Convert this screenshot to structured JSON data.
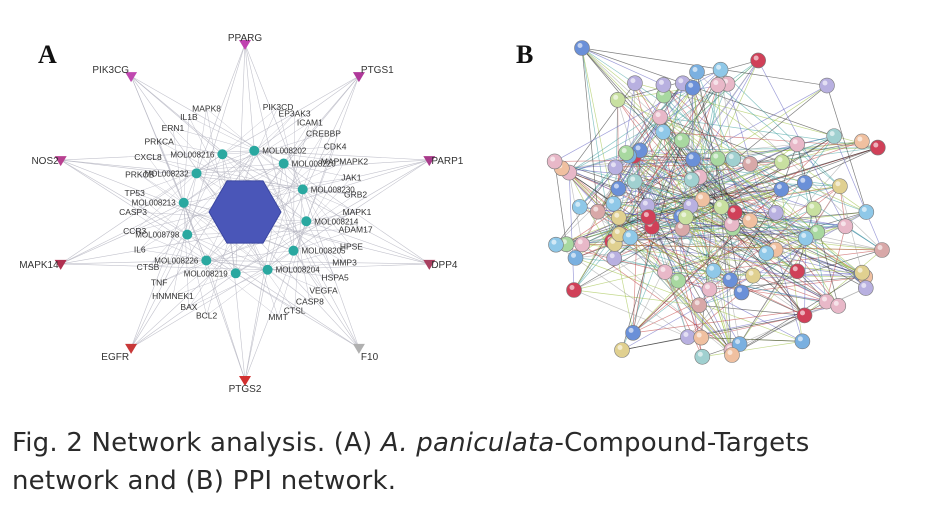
{
  "panels": {
    "a_label": "A",
    "b_label": "B"
  },
  "network_a": {
    "outer_targets": [
      {
        "label": "PPARG",
        "color": "#c040b0",
        "shape": "triangle"
      },
      {
        "label": "PTGS1",
        "color": "#b0389a",
        "shape": "triangle"
      },
      {
        "label": "PARP1",
        "color": "#a83a8a",
        "shape": "triangle"
      },
      {
        "label": "DPP4",
        "color": "#a84060",
        "shape": "triangle"
      },
      {
        "label": "F10",
        "color": "#b0b0b0",
        "shape": "triangle"
      },
      {
        "label": "PTGS2",
        "color": "#d23030",
        "shape": "triangle"
      },
      {
        "label": "EGFR",
        "color": "#c83838",
        "shape": "triangle"
      },
      {
        "label": "MAPK14",
        "color": "#b03050",
        "shape": "triangle"
      },
      {
        "label": "NOS2",
        "color": "#b84090",
        "shape": "triangle"
      },
      {
        "label": "PIK3CG",
        "color": "#c048b0",
        "shape": "triangle"
      }
    ],
    "left_targets": [
      "BCL2",
      "BAX",
      "HNMNEK1",
      "TNF",
      "CTSB",
      "IL6",
      "CCR3",
      "CASP3",
      "TP53",
      "PRKCB",
      "CXCL8",
      "PRKCA",
      "ERN1",
      "IL1B",
      "MAPK8"
    ],
    "right_targets": [
      "PIK3CD",
      "EP3AK3",
      "ICAM1",
      "CREBBP",
      "CDK4",
      "MAPMAPK2",
      "JAK1",
      "GRB2",
      "MAPK1",
      "ADAM17",
      "HPSE",
      "MMP3",
      "HSPA5",
      "VEGFA",
      "CASP8",
      "CTSL",
      "MMT"
    ],
    "compounds_left": [
      "MOL008202",
      "MOL008220",
      "MOL008230",
      "MOL008214",
      "MOL008205",
      "MOL008204"
    ],
    "compounds_right": [
      "MOL008219",
      "MOL008226",
      "MOL008798",
      "MOL008213",
      "MOL008232",
      "MOL008216"
    ],
    "compound_color": "#2aa8a0",
    "hub_color": "#4a56b8",
    "edge_color": "#b4b4c0"
  },
  "network_b": {
    "node_colors": [
      "#a8d8a0",
      "#8fc8e8",
      "#d8a8a8",
      "#b8b0e0",
      "#e8b8c8",
      "#6a90d8",
      "#c8e0a0",
      "#a0d0d0",
      "#d04058",
      "#e0d090",
      "#7ab0e0",
      "#f0c0a0"
    ],
    "edge_colors": [
      "#9cc040",
      "#2a2a2a",
      "#6060c0",
      "#40a0a0",
      "#c04040",
      "#a0a0a0"
    ]
  },
  "caption": {
    "fig_label": "Fig. 2",
    "part1": "Network analysis. (A) ",
    "species": "A. paniculata",
    "part2": "-Compound-Targets",
    "line2": "network and (B) PPI network."
  }
}
